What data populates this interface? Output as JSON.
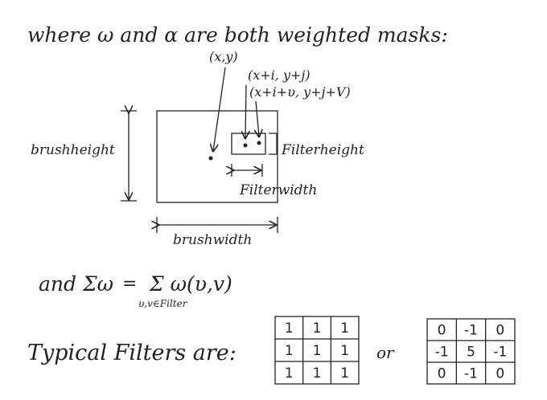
{
  "title": "where ω and α are both weighted masks:",
  "labels": {
    "point_xy": "(x,y)",
    "point_xi_yj": "(x+i, y+j)",
    "point_xiu_yjv": "(x+i+υ, y+j+V)",
    "filterheight": "Filterheight",
    "filterwidth": "Filterwidth",
    "brushheight": "brushheight",
    "brushwidth": "brushwidth"
  },
  "equation": {
    "lhs": "and Σω",
    "equals": "=",
    "rhs": "Σ ω(υ,v)",
    "subscript": "υ,v∈Filter"
  },
  "filters": {
    "label": "Typical Filters are:",
    "or": "or",
    "filter1": [
      [
        "1",
        "1",
        "1"
      ],
      [
        "1",
        "1",
        "1"
      ],
      [
        "1",
        "1",
        "1"
      ]
    ],
    "filter2": [
      [
        "0",
        "-1",
        "0"
      ],
      [
        "-1",
        "5",
        "-1"
      ],
      [
        "0",
        "-1",
        "0"
      ]
    ]
  }
}
